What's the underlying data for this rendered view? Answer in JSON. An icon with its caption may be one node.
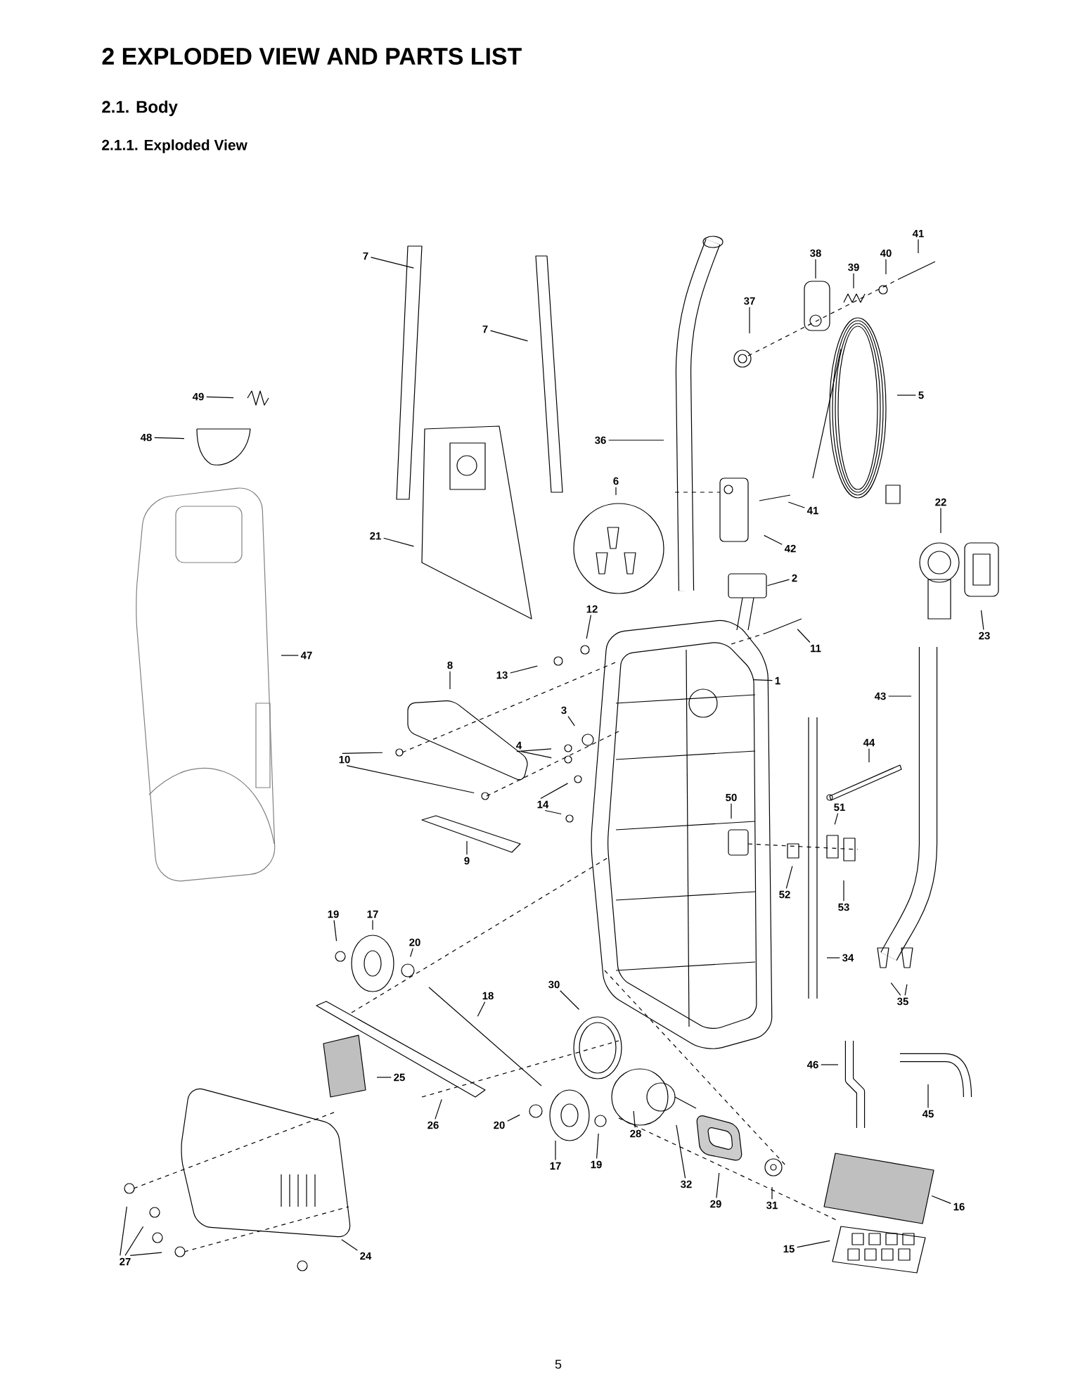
{
  "diagram": {
    "title": "2 EXPLODED VIEW AND PARTS LIST",
    "labels": [
      "2.1. Body",
      "2.1.1. Exploded View",
      "5"
    ],
    "nodes": [
      {
        "text": [
          "7"
        ]
      },
      {
        "text": [
          "41"
        ]
      },
      {
        "text": [
          "38"
        ]
      },
      {
        "text": [
          "40"
        ]
      },
      {
        "text": [
          "39"
        ]
      },
      {
        "text": [
          "37"
        ]
      },
      {
        "text": [
          "7"
        ]
      },
      {
        "text": [
          "5"
        ]
      },
      {
        "text": [
          "49"
        ]
      },
      {
        "text": [
          "48"
        ]
      },
      {
        "text": [
          "36"
        ]
      },
      {
        "text": [
          "6"
        ]
      },
      {
        "text": [
          "22"
        ]
      },
      {
        "text": [
          "41"
        ]
      },
      {
        "text": [
          "21"
        ]
      },
      {
        "text": [
          "42"
        ]
      },
      {
        "text": [
          "2"
        ]
      },
      {
        "text": [
          "12"
        ]
      },
      {
        "text": [
          "23"
        ]
      },
      {
        "text": [
          "11"
        ]
      },
      {
        "text": [
          "47"
        ]
      },
      {
        "text": [
          "8"
        ]
      },
      {
        "text": [
          "13"
        ]
      },
      {
        "text": [
          "1"
        ]
      },
      {
        "text": [
          "43"
        ]
      },
      {
        "text": [
          "3"
        ]
      },
      {
        "text": [
          "4"
        ]
      },
      {
        "text": [
          "44"
        ]
      },
      {
        "text": [
          "10"
        ]
      },
      {
        "text": [
          "14"
        ]
      },
      {
        "text": [
          "50"
        ]
      },
      {
        "text": [
          "51"
        ]
      },
      {
        "text": [
          "9"
        ]
      },
      {
        "text": [
          "52"
        ]
      },
      {
        "text": [
          "53"
        ]
      },
      {
        "text": [
          "19"
        ]
      },
      {
        "text": [
          "17"
        ]
      },
      {
        "text": [
          "20"
        ]
      },
      {
        "text": [
          "34"
        ]
      },
      {
        "text": [
          "30"
        ]
      },
      {
        "text": [
          "18"
        ]
      },
      {
        "text": [
          "35"
        ]
      },
      {
        "text": [
          "46"
        ]
      },
      {
        "text": [
          "25"
        ]
      },
      {
        "text": [
          "45"
        ]
      },
      {
        "text": [
          "20"
        ]
      },
      {
        "text": [
          "26"
        ]
      },
      {
        "text": [
          "28"
        ]
      },
      {
        "text": [
          "17"
        ]
      },
      {
        "text": [
          "19"
        ]
      },
      {
        "text": [
          "32"
        ]
      },
      {
        "text": [
          "29"
        ]
      },
      {
        "text": [
          "31"
        ]
      },
      {
        "text": [
          "16"
        ]
      },
      {
        "text": [
          "15"
        ]
      },
      {
        "text": [
          "24"
        ]
      },
      {
        "text": [
          "27"
        ]
      }
    ],
    "edges": [
      {
        "from": 0,
        "to": null,
        "arrow": "none"
      },
      {
        "from": 1,
        "to": null,
        "arrow": "none"
      },
      {
        "from": 2,
        "to": null,
        "arrow": "none"
      },
      {
        "from": 3,
        "to": null,
        "arrow": "none"
      },
      {
        "from": 4,
        "to": null,
        "arrow": "none"
      },
      {
        "from": 5,
        "to": null,
        "arrow": "none"
      },
      {
        "from": 6,
        "to": null,
        "arrow": "none"
      },
      {
        "from": 7,
        "to": null,
        "arrow": "none"
      },
      {
        "from": 8,
        "to": null,
        "arrow": "none"
      },
      {
        "from": 9,
        "to": null,
        "arrow": "none"
      },
      {
        "from": 10,
        "to": null,
        "arrow": "none"
      },
      {
        "from": 11,
        "to": null,
        "arrow": "none"
      },
      {
        "from": 12,
        "to": null,
        "arrow": "none"
      },
      {
        "from": 13,
        "to": null,
        "arrow": "none"
      },
      {
        "from": 14,
        "to": null,
        "arrow": "none"
      },
      {
        "from": 15,
        "to": null,
        "arrow": "none"
      },
      {
        "from": 16,
        "to": null,
        "arrow": "none"
      },
      {
        "from": 17,
        "to": null,
        "arrow": "none"
      },
      {
        "from": 18,
        "to": null,
        "arrow": "none"
      },
      {
        "from": 19,
        "to": null,
        "arrow": "none"
      },
      {
        "from": 20,
        "to": null,
        "arrow": "none"
      },
      {
        "from": 21,
        "to": null,
        "arrow": "none"
      },
      {
        "from": 22,
        "to": null,
        "arrow": "none"
      },
      {
        "from": 23,
        "to": null,
        "arrow": "none"
      },
      {
        "from": 24,
        "to": null,
        "arrow": "none"
      },
      {
        "from": 25,
        "to": null,
        "arrow": "none"
      },
      {
        "from": 26,
        "to": null,
        "arrow": "none"
      },
      {
        "from": 26,
        "to": null,
        "arrow": "none"
      },
      {
        "from": 27,
        "to": null,
        "arrow": "none"
      },
      {
        "from": 28,
        "to": null,
        "arrow": "none"
      },
      {
        "from": 28,
        "to": null,
        "arrow": "none"
      },
      {
        "from": 29,
        "to": null,
        "arrow": "none"
      },
      {
        "from": 29,
        "to": null,
        "arrow": "none"
      },
      {
        "from": 30,
        "to": null,
        "arrow": "none"
      },
      {
        "from": 31,
        "to": null,
        "arrow": "none"
      },
      {
        "from": 32,
        "to": null,
        "arrow": "none"
      },
      {
        "from": 33,
        "to": null,
        "arrow": "none"
      },
      {
        "from": 34,
        "to": null,
        "arrow": "none"
      },
      {
        "from": 35,
        "to": null,
        "arrow": "none"
      },
      {
        "from": 36,
        "to": null,
        "arrow": "none"
      },
      {
        "from": 37,
        "to": null,
        "arrow": "none"
      },
      {
        "from": 38,
        "to": null,
        "arrow": "none"
      },
      {
        "from": 39,
        "to": null,
        "arrow": "none"
      },
      {
        "from": 40,
        "to": null,
        "arrow": "none"
      },
      {
        "from": 41,
        "to": null,
        "arrow": "none"
      },
      {
        "from": 41,
        "to": null,
        "arrow": "none"
      },
      {
        "from": 42,
        "to": null,
        "arrow": "none"
      },
      {
        "from": 43,
        "to": null,
        "arrow": "none"
      },
      {
        "from": 44,
        "to": null,
        "arrow": "none"
      },
      {
        "from": 45,
        "to": null,
        "arrow": "none"
      },
      {
        "from": 46,
        "to": null,
        "arrow": "none"
      },
      {
        "from": 47,
        "to": null,
        "arrow": "none"
      },
      {
        "from": 48,
        "to": null,
        "arrow": "none"
      },
      {
        "from": 49,
        "to": null,
        "arrow": "none"
      },
      {
        "from": 50,
        "to": null,
        "arrow": "none"
      },
      {
        "from": 51,
        "to": null,
        "arrow": "none"
      },
      {
        "from": 52,
        "to": null,
        "arrow": "none"
      },
      {
        "from": 53,
        "to": null,
        "arrow": "none"
      },
      {
        "from": 54,
        "to": null,
        "arrow": "none"
      },
      {
        "from": 55,
        "to": null,
        "arrow": "none"
      },
      {
        "from": 56,
        "to": null,
        "arrow": "none"
      },
      {
        "from": 56,
        "to": null,
        "arrow": "none"
      },
      {
        "from": 56,
        "to": null,
        "arrow": "none"
      }
    ]
  }
}
